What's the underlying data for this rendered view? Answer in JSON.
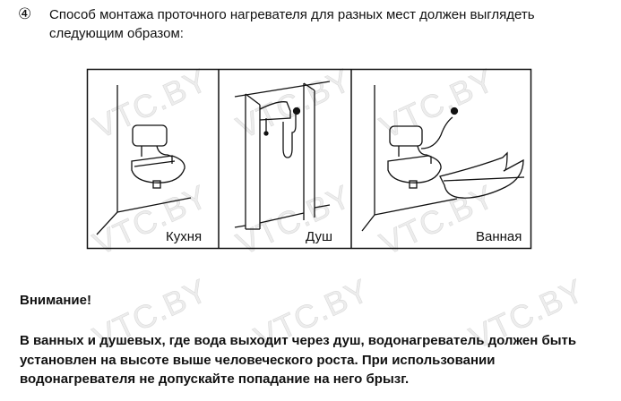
{
  "step": {
    "marker": "④",
    "line1": "Способ монтажа проточного нагревателя для разных мест должен выглядеть",
    "line2": "следующим образом:"
  },
  "panels": [
    {
      "label": "Кухня"
    },
    {
      "label": "Душ"
    },
    {
      "label": "Ванная"
    }
  ],
  "warning": {
    "title": "Внимание!",
    "lines": [
      "В ванных и душевых, где вода выходит через душ, водонагреватель должен быть",
      "установлен на высоте выше человеческого роста. При использовании",
      "водонагревателя не допускайте попадание на него брызг."
    ]
  },
  "watermark": "VTC.BY"
}
